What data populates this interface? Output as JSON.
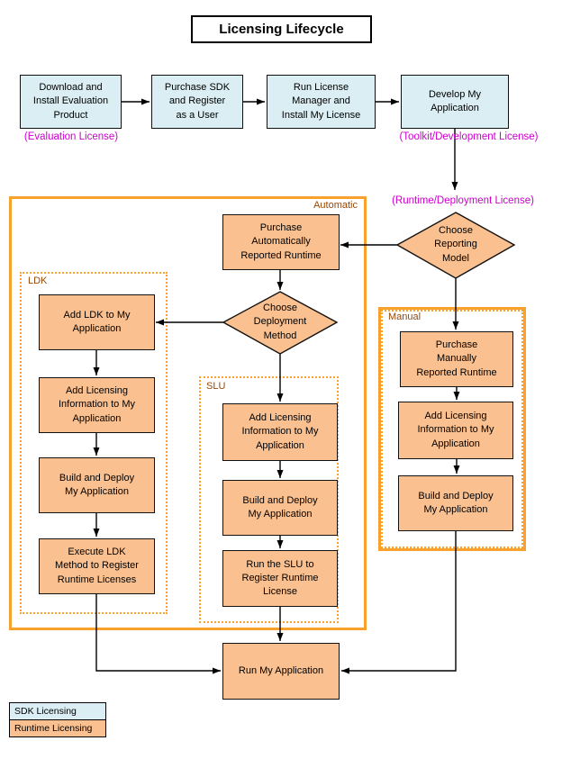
{
  "title": "Licensing Lifecycle",
  "sdk_boxes": {
    "download_install": "Download and\nInstall Evaluation\nProduct",
    "purchase_sdk": "Purchase SDK\nand Register\nas a User",
    "run_license_manager": "Run License\nManager and\nInstall My License",
    "develop": "Develop My\nApplication"
  },
  "license_labels": {
    "evaluation": "(Evaluation License)",
    "toolkit": "(Toolkit/Development License)",
    "runtime": "(Runtime/Deployment License)"
  },
  "decisions": {
    "reporting": "Choose\nReporting\nModel",
    "deployment": "Choose\nDeployment\nMethod"
  },
  "groups": {
    "automatic": "Automatic",
    "ldk": "LDK",
    "slu": "SLU",
    "manual": "Manual"
  },
  "runtime_boxes": {
    "purchase_auto": "Purchase\nAutomatically\nReported Runtime",
    "add_ldk": "Add LDK to My\nApplication",
    "ldk_add_licensing": "Add Licensing\nInformation to My\nApplication",
    "ldk_build_deploy": "Build and Deploy\nMy Application",
    "execute_ldk": "Execute LDK\nMethod to Register\nRuntime Licenses",
    "slu_add_licensing": "Add Licensing\nInformation to My\nApplication",
    "slu_build_deploy": "Build and Deploy\nMy Application",
    "run_slu": "Run the SLU to\nRegister Runtime\nLicense",
    "purchase_manual": "Purchase\nManually\nReported Runtime",
    "manual_add_licensing": "Add Licensing\nInformation to My\nApplication",
    "manual_build_deploy": "Build and Deploy\nMy Application",
    "run_app": "Run My Application"
  },
  "legend": {
    "sdk": "SDK Licensing",
    "runtime": "Runtime Licensing"
  },
  "colors": {
    "sdk_fill": "#DAEEF3",
    "rt_fill": "#FAC090",
    "grp_border": "#F9A02D",
    "grp_label": "#974806",
    "lic_color": "#CC00CC"
  }
}
